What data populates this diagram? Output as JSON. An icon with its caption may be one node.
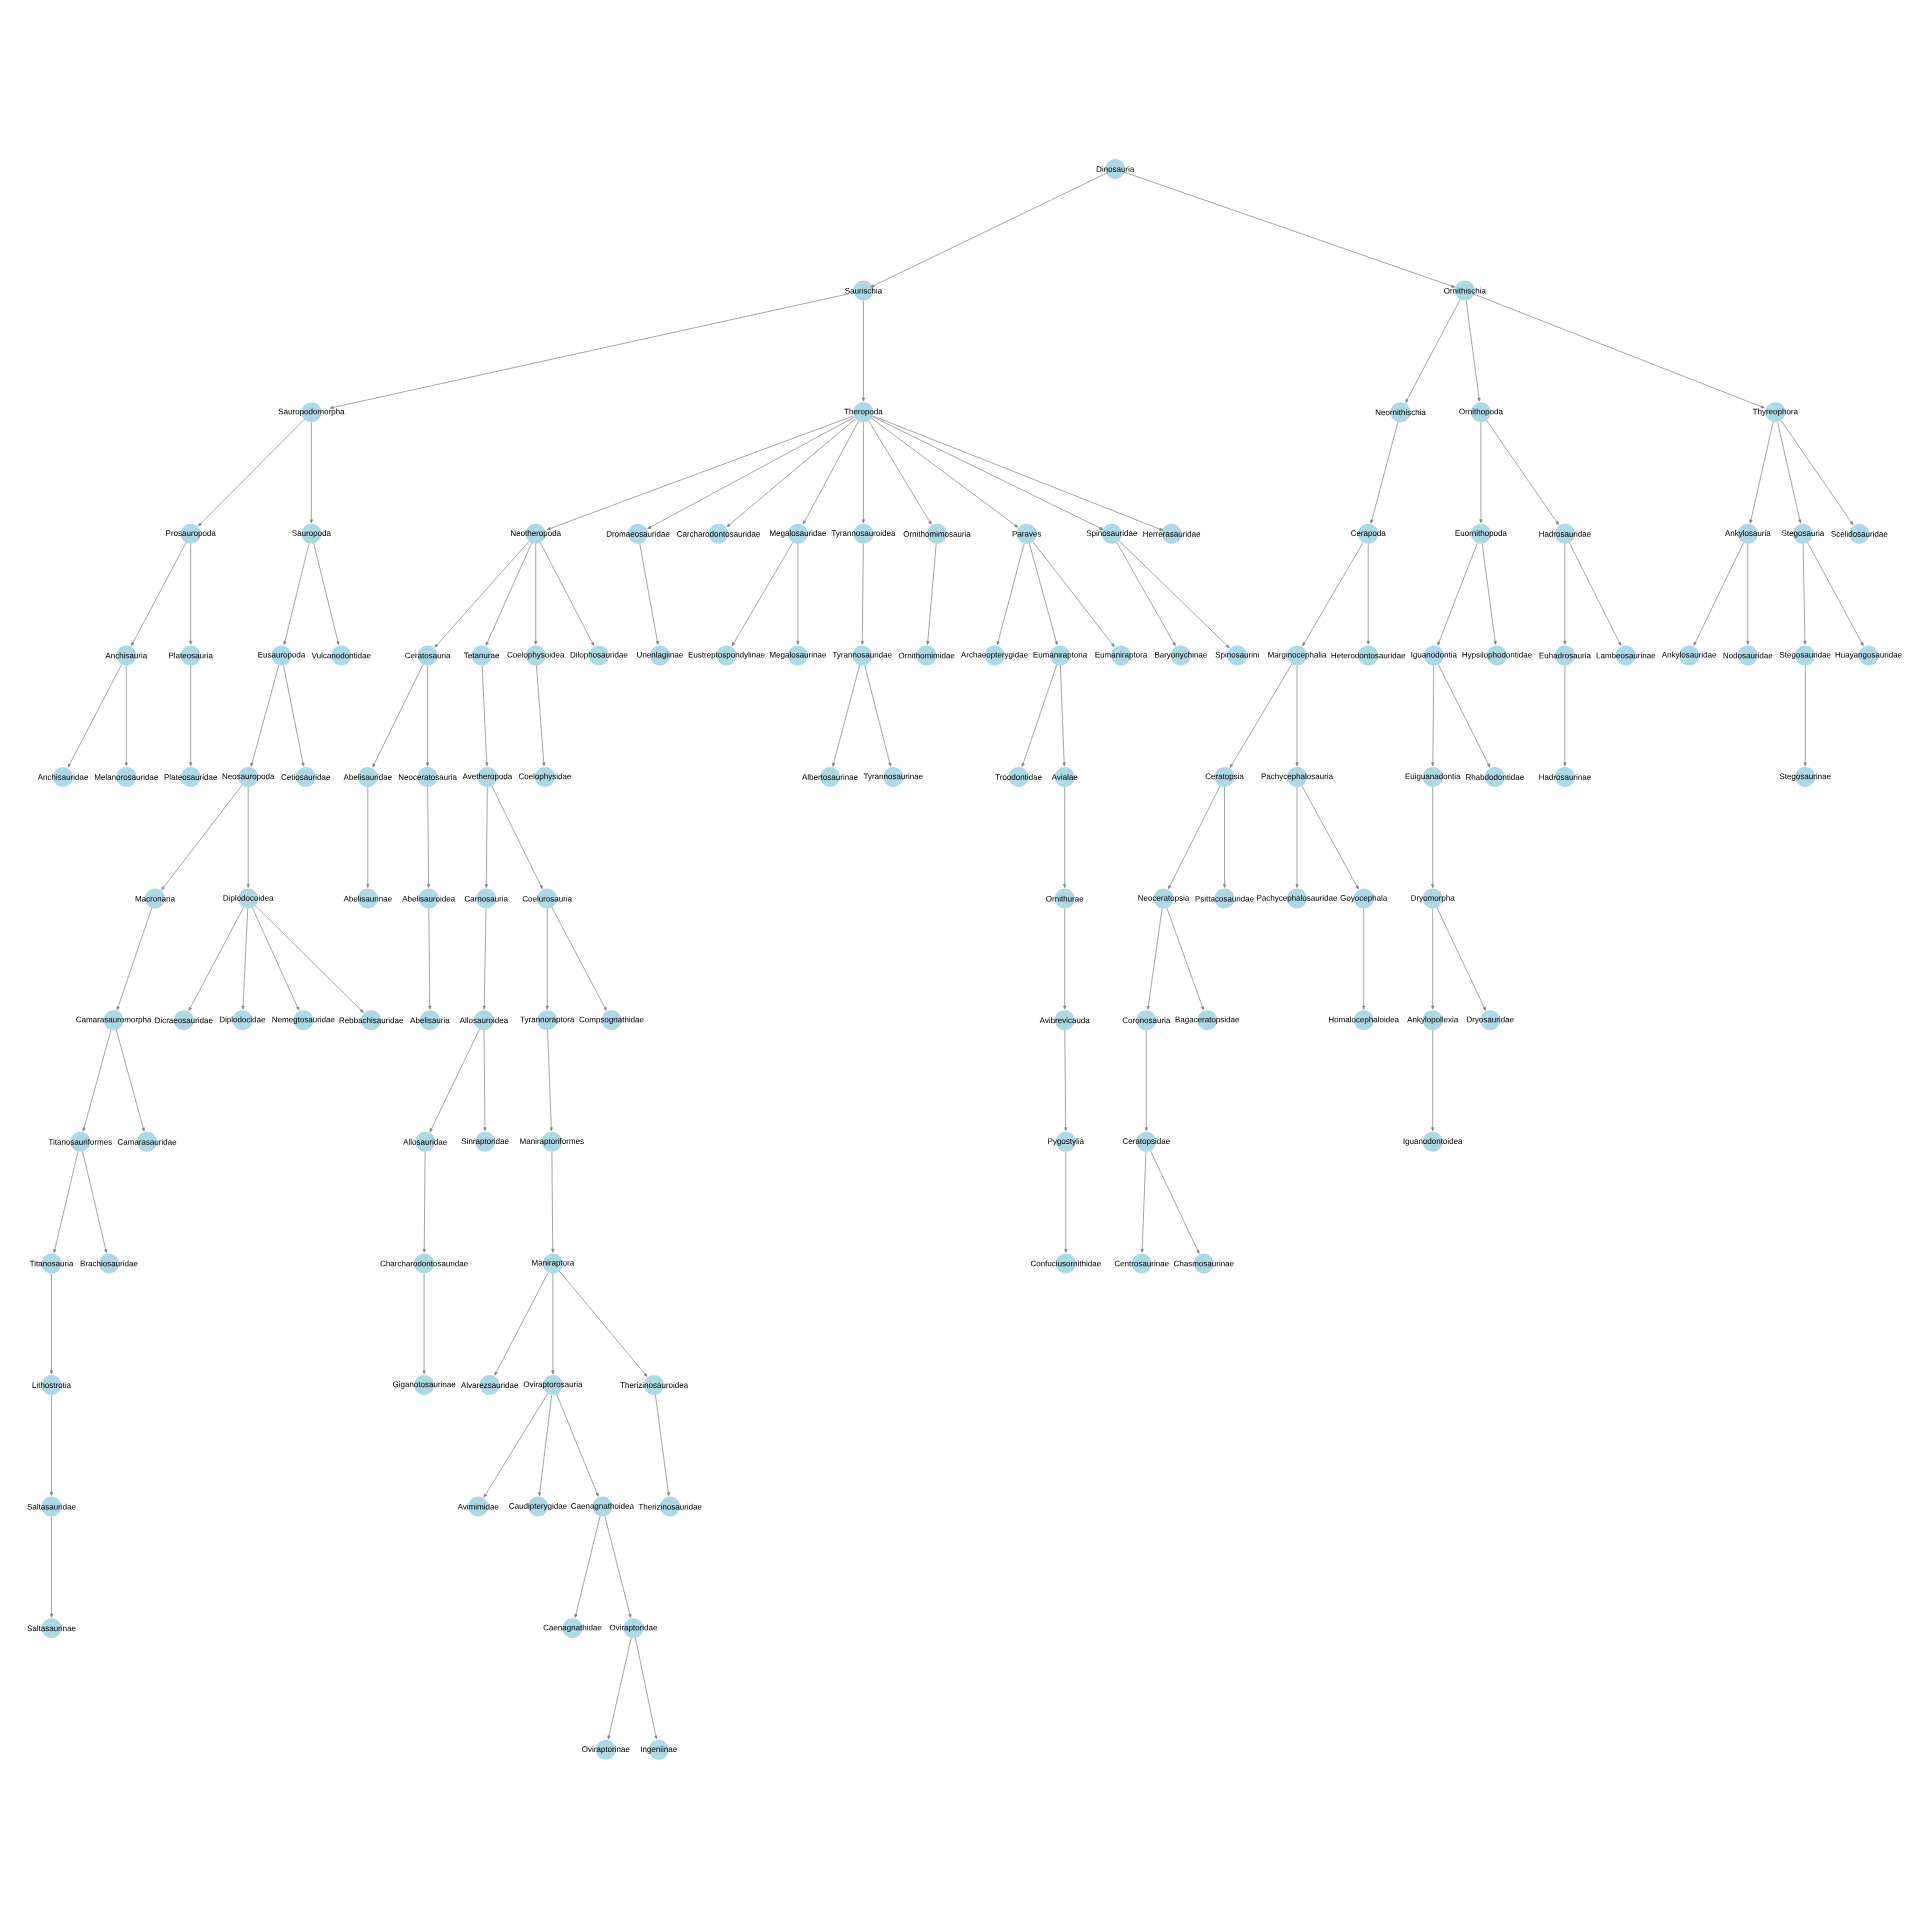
{
  "diagram": {
    "nodes": [
      {
        "text": [
          "Dinosauria"
        ]
      },
      {
        "text": [
          "Saurischia"
        ]
      },
      {
        "text": [
          "Ornithischia"
        ]
      },
      {
        "text": [
          "Sauropodomorpha"
        ]
      },
      {
        "text": [
          "Theropoda"
        ]
      },
      {
        "text": [
          "Neornithischia"
        ]
      },
      {
        "text": [
          "Ornithopoda"
        ]
      },
      {
        "text": [
          "Thyreophora"
        ]
      },
      {
        "text": [
          "Prosauropoda"
        ]
      },
      {
        "text": [
          "Sauropoda"
        ]
      },
      {
        "text": [
          "Neotheropoda"
        ]
      },
      {
        "text": [
          "Dromaeosauridae"
        ]
      },
      {
        "text": [
          "Carcharodontosauridae"
        ]
      },
      {
        "text": [
          "Megalosauridae"
        ]
      },
      {
        "text": [
          "Tyrannosauroidea"
        ]
      },
      {
        "text": [
          "Ornithomimosauria"
        ]
      },
      {
        "text": [
          "Paraves"
        ]
      },
      {
        "text": [
          "Spinosauridae"
        ]
      },
      {
        "text": [
          "Herrerasauridae"
        ]
      },
      {
        "text": [
          "Cerapoda"
        ]
      },
      {
        "text": [
          "Euornithopoda"
        ]
      },
      {
        "text": [
          "Hadrosauridae"
        ]
      },
      {
        "text": [
          "Ankylosauria"
        ]
      },
      {
        "text": [
          "Stegosauria"
        ]
      },
      {
        "text": [
          "Scelidosauridae"
        ]
      },
      {
        "text": [
          "Anchisauria"
        ]
      },
      {
        "text": [
          "Plateosauria"
        ]
      },
      {
        "text": [
          "Eusauropoda"
        ]
      },
      {
        "text": [
          "Vulcanodontidae"
        ]
      },
      {
        "text": [
          "Ceratosauria"
        ]
      },
      {
        "text": [
          "Tetanurae"
        ]
      },
      {
        "text": [
          "Coelophysoidea"
        ]
      },
      {
        "text": [
          "Dilophosauridae"
        ]
      },
      {
        "text": [
          "Unenlagiinae"
        ]
      },
      {
        "text": [
          "Eustreptospondylinae"
        ]
      },
      {
        "text": [
          "Megalosaurinae"
        ]
      },
      {
        "text": [
          "Tyrannosauridae"
        ]
      },
      {
        "text": [
          "Ornithomimidae"
        ]
      },
      {
        "text": [
          "Archaeopterygidae"
        ]
      },
      {
        "text": [
          "Eumaniraptoria"
        ]
      },
      {
        "text": [
          "Eumaniraptora"
        ]
      },
      {
        "text": [
          "Baryonychinae"
        ]
      },
      {
        "text": [
          "Spinosaurini"
        ]
      },
      {
        "text": [
          "Marginocephalia"
        ]
      },
      {
        "text": [
          "Heterodontosauridae"
        ]
      },
      {
        "text": [
          "Iguanodontia"
        ]
      },
      {
        "text": [
          "Hypsilophodontidae"
        ]
      },
      {
        "text": [
          "Euhadrosauria"
        ]
      },
      {
        "text": [
          "Lambeosaurinae"
        ]
      },
      {
        "text": [
          "Ankylosauridae"
        ]
      },
      {
        "text": [
          "Nodosauridae"
        ]
      },
      {
        "text": [
          "Stegosauridae"
        ]
      },
      {
        "text": [
          "Huayangosauridae"
        ]
      },
      {
        "text": [
          "Anchisauridae"
        ]
      },
      {
        "text": [
          "Melanorosauridae"
        ]
      },
      {
        "text": [
          "Plateosauridae"
        ]
      },
      {
        "text": [
          "Neosauropoda"
        ]
      },
      {
        "text": [
          "Cetiosauridae"
        ]
      },
      {
        "text": [
          "Abelisauridae"
        ]
      },
      {
        "text": [
          "Neoceratosauria"
        ]
      },
      {
        "text": [
          "Avetheropoda"
        ]
      },
      {
        "text": [
          "Coelophysidae"
        ]
      },
      {
        "text": [
          "Albertosaurinae"
        ]
      },
      {
        "text": [
          "Tyrannosaurinae"
        ]
      },
      {
        "text": [
          "Troodontidae"
        ]
      },
      {
        "text": [
          "Avialae"
        ]
      },
      {
        "text": [
          "Ceratopsia"
        ]
      },
      {
        "text": [
          "Pachycephalosauria"
        ]
      },
      {
        "text": [
          "Euiguanadontia"
        ]
      },
      {
        "text": [
          "Rhabdodontidae"
        ]
      },
      {
        "text": [
          "Hadrosaurinae"
        ]
      },
      {
        "text": [
          "Stegosaurinae"
        ]
      },
      {
        "text": [
          "Macronaria"
        ]
      },
      {
        "text": [
          "Diplodocoidea"
        ]
      },
      {
        "text": [
          "Abelisaurinae"
        ]
      },
      {
        "text": [
          "Abelisauroidea"
        ]
      },
      {
        "text": [
          "Carnosauria"
        ]
      },
      {
        "text": [
          "Coelurosauria"
        ]
      },
      {
        "text": [
          "Ornithurae"
        ]
      },
      {
        "text": [
          "Neoceratopsia"
        ]
      },
      {
        "text": [
          "Psittacosauridae"
        ]
      },
      {
        "text": [
          "Pachycephalosauridae"
        ]
      },
      {
        "text": [
          "Goyocephala"
        ]
      },
      {
        "text": [
          "Dryomorpha"
        ]
      },
      {
        "text": [
          "Camarasauromorpha"
        ]
      },
      {
        "text": [
          "Dicraeosauridae"
        ]
      },
      {
        "text": [
          "Diplodocidae"
        ]
      },
      {
        "text": [
          "Nemegtosauridae"
        ]
      },
      {
        "text": [
          "Rebbachisauridae"
        ]
      },
      {
        "text": [
          "Abelisauria"
        ]
      },
      {
        "text": [
          "Allosauroidea"
        ]
      },
      {
        "text": [
          "Tyrannoraptora"
        ]
      },
      {
        "text": [
          "Compsognathidae"
        ]
      },
      {
        "text": [
          "Avibrevicauda"
        ]
      },
      {
        "text": [
          "Coronosauria"
        ]
      },
      {
        "text": [
          "Bagaceratopsidae"
        ]
      },
      {
        "text": [
          "Homalocephaloidea"
        ]
      },
      {
        "text": [
          "Ankylopollexia"
        ]
      },
      {
        "text": [
          "Dryosauridae"
        ]
      },
      {
        "text": [
          "Titanosauriformes"
        ]
      },
      {
        "text": [
          "Camarasauridae"
        ]
      },
      {
        "text": [
          "Allosauridae"
        ]
      },
      {
        "text": [
          "Sinraptoridae"
        ]
      },
      {
        "text": [
          "Maniraptoriformes"
        ]
      },
      {
        "text": [
          "Pygostylia"
        ]
      },
      {
        "text": [
          "Ceratopsidae"
        ]
      },
      {
        "text": [
          "Iguanodontoidea"
        ]
      },
      {
        "text": [
          "Titanosauria"
        ]
      },
      {
        "text": [
          "Brachiosauridae"
        ]
      },
      {
        "text": [
          "Charcharodontosauridae"
        ]
      },
      {
        "text": [
          "Maniraptora"
        ]
      },
      {
        "text": [
          "Confuciusornithidae"
        ]
      },
      {
        "text": [
          "Centrosaurinae"
        ]
      },
      {
        "text": [
          "Chasmosaurinae"
        ]
      },
      {
        "text": [
          "Lithostrotia"
        ]
      },
      {
        "text": [
          "Giganotosaurinae"
        ]
      },
      {
        "text": [
          "Alvarezsauridae"
        ]
      },
      {
        "text": [
          "Oviraptorosauria"
        ]
      },
      {
        "text": [
          "Therizinosauroidea"
        ]
      },
      {
        "text": [
          "Saltasauridae"
        ]
      },
      {
        "text": [
          "Avimimidae"
        ]
      },
      {
        "text": [
          "Caudipterygidae"
        ]
      },
      {
        "text": [
          "Caenagnathoidea"
        ]
      },
      {
        "text": [
          "Therizinosauridae"
        ]
      },
      {
        "text": [
          "Saltasaurinae"
        ]
      },
      {
        "text": [
          "Caenagnathidae"
        ]
      },
      {
        "text": [
          "Oviraptoridae"
        ]
      },
      {
        "text": [
          "Oviraptorinae"
        ]
      },
      {
        "text": [
          "Ingeniinae"
        ]
      }
    ],
    "edges": [
      {
        "from": 0,
        "to": 1,
        "arrow": "to"
      },
      {
        "from": 0,
        "to": 2,
        "arrow": "to"
      },
      {
        "from": 1,
        "to": 3,
        "arrow": "to"
      },
      {
        "from": 1,
        "to": 4,
        "arrow": "to"
      },
      {
        "from": 2,
        "to": 5,
        "arrow": "to"
      },
      {
        "from": 2,
        "to": 6,
        "arrow": "to"
      },
      {
        "from": 2,
        "to": 7,
        "arrow": "to"
      },
      {
        "from": 3,
        "to": 8,
        "arrow": "to"
      },
      {
        "from": 3,
        "to": 9,
        "arrow": "to"
      },
      {
        "from": 4,
        "to": 10,
        "arrow": "to"
      },
      {
        "from": 4,
        "to": 11,
        "arrow": "to"
      },
      {
        "from": 4,
        "to": 12,
        "arrow": "to"
      },
      {
        "from": 4,
        "to": 13,
        "arrow": "to"
      },
      {
        "from": 4,
        "to": 14,
        "arrow": "to"
      },
      {
        "from": 4,
        "to": 15,
        "arrow": "to"
      },
      {
        "from": 4,
        "to": 16,
        "arrow": "to"
      },
      {
        "from": 4,
        "to": 17,
        "arrow": "to"
      },
      {
        "from": 4,
        "to": 18,
        "arrow": "to"
      },
      {
        "from": 5,
        "to": 19,
        "arrow": "to"
      },
      {
        "from": 6,
        "to": 20,
        "arrow": "to"
      },
      {
        "from": 6,
        "to": 21,
        "arrow": "to"
      },
      {
        "from": 7,
        "to": 22,
        "arrow": "to"
      },
      {
        "from": 7,
        "to": 23,
        "arrow": "to"
      },
      {
        "from": 7,
        "to": 24,
        "arrow": "to"
      },
      {
        "from": 8,
        "to": 25,
        "arrow": "to"
      },
      {
        "from": 8,
        "to": 26,
        "arrow": "to"
      },
      {
        "from": 9,
        "to": 27,
        "arrow": "to"
      },
      {
        "from": 9,
        "to": 28,
        "arrow": "to"
      },
      {
        "from": 10,
        "to": 29,
        "arrow": "to"
      },
      {
        "from": 10,
        "to": 30,
        "arrow": "to"
      },
      {
        "from": 10,
        "to": 31,
        "arrow": "to"
      },
      {
        "from": 10,
        "to": 32,
        "arrow": "to"
      },
      {
        "from": 11,
        "to": 33,
        "arrow": "to"
      },
      {
        "from": 13,
        "to": 34,
        "arrow": "to"
      },
      {
        "from": 13,
        "to": 35,
        "arrow": "to"
      },
      {
        "from": 14,
        "to": 36,
        "arrow": "to"
      },
      {
        "from": 15,
        "to": 37,
        "arrow": "to"
      },
      {
        "from": 16,
        "to": 38,
        "arrow": "to"
      },
      {
        "from": 16,
        "to": 39,
        "arrow": "to"
      },
      {
        "from": 16,
        "to": 40,
        "arrow": "to"
      },
      {
        "from": 17,
        "to": 41,
        "arrow": "to"
      },
      {
        "from": 17,
        "to": 42,
        "arrow": "to"
      },
      {
        "from": 19,
        "to": 43,
        "arrow": "to"
      },
      {
        "from": 19,
        "to": 44,
        "arrow": "to"
      },
      {
        "from": 20,
        "to": 45,
        "arrow": "to"
      },
      {
        "from": 20,
        "to": 46,
        "arrow": "to"
      },
      {
        "from": 21,
        "to": 47,
        "arrow": "to"
      },
      {
        "from": 21,
        "to": 48,
        "arrow": "to"
      },
      {
        "from": 22,
        "to": 49,
        "arrow": "to"
      },
      {
        "from": 22,
        "to": 50,
        "arrow": "to"
      },
      {
        "from": 23,
        "to": 51,
        "arrow": "to"
      },
      {
        "from": 23,
        "to": 52,
        "arrow": "to"
      },
      {
        "from": 25,
        "to": 53,
        "arrow": "to"
      },
      {
        "from": 25,
        "to": 54,
        "arrow": "to"
      },
      {
        "from": 26,
        "to": 55,
        "arrow": "to"
      },
      {
        "from": 27,
        "to": 56,
        "arrow": "to"
      },
      {
        "from": 27,
        "to": 57,
        "arrow": "to"
      },
      {
        "from": 29,
        "to": 58,
        "arrow": "to"
      },
      {
        "from": 29,
        "to": 59,
        "arrow": "to"
      },
      {
        "from": 30,
        "to": 60,
        "arrow": "to"
      },
      {
        "from": 31,
        "to": 61,
        "arrow": "to"
      },
      {
        "from": 36,
        "to": 62,
        "arrow": "to"
      },
      {
        "from": 36,
        "to": 63,
        "arrow": "to"
      },
      {
        "from": 39,
        "to": 64,
        "arrow": "to"
      },
      {
        "from": 39,
        "to": 65,
        "arrow": "to"
      },
      {
        "from": 43,
        "to": 66,
        "arrow": "to"
      },
      {
        "from": 43,
        "to": 67,
        "arrow": "to"
      },
      {
        "from": 45,
        "to": 68,
        "arrow": "to"
      },
      {
        "from": 45,
        "to": 69,
        "arrow": "to"
      },
      {
        "from": 47,
        "to": 70,
        "arrow": "to"
      },
      {
        "from": 51,
        "to": 71,
        "arrow": "to"
      },
      {
        "from": 56,
        "to": 72,
        "arrow": "to"
      },
      {
        "from": 56,
        "to": 73,
        "arrow": "to"
      },
      {
        "from": 58,
        "to": 74,
        "arrow": "to"
      },
      {
        "from": 59,
        "to": 75,
        "arrow": "to"
      },
      {
        "from": 60,
        "to": 76,
        "arrow": "to"
      },
      {
        "from": 60,
        "to": 77,
        "arrow": "to"
      },
      {
        "from": 65,
        "to": 78,
        "arrow": "to"
      },
      {
        "from": 66,
        "to": 79,
        "arrow": "to"
      },
      {
        "from": 66,
        "to": 80,
        "arrow": "to"
      },
      {
        "from": 67,
        "to": 81,
        "arrow": "to"
      },
      {
        "from": 67,
        "to": 82,
        "arrow": "to"
      },
      {
        "from": 68,
        "to": 83,
        "arrow": "to"
      },
      {
        "from": 72,
        "to": 84,
        "arrow": "to"
      },
      {
        "from": 73,
        "to": 85,
        "arrow": "to"
      },
      {
        "from": 73,
        "to": 86,
        "arrow": "to"
      },
      {
        "from": 73,
        "to": 87,
        "arrow": "to"
      },
      {
        "from": 73,
        "to": 88,
        "arrow": "to"
      },
      {
        "from": 75,
        "to": 89,
        "arrow": "to"
      },
      {
        "from": 76,
        "to": 90,
        "arrow": "to"
      },
      {
        "from": 77,
        "to": 91,
        "arrow": "to"
      },
      {
        "from": 77,
        "to": 92,
        "arrow": "to"
      },
      {
        "from": 78,
        "to": 93,
        "arrow": "to"
      },
      {
        "from": 79,
        "to": 94,
        "arrow": "to"
      },
      {
        "from": 79,
        "to": 95,
        "arrow": "to"
      },
      {
        "from": 82,
        "to": 96,
        "arrow": "to"
      },
      {
        "from": 83,
        "to": 97,
        "arrow": "to"
      },
      {
        "from": 83,
        "to": 98,
        "arrow": "to"
      },
      {
        "from": 84,
        "to": 99,
        "arrow": "to"
      },
      {
        "from": 84,
        "to": 100,
        "arrow": "to"
      },
      {
        "from": 90,
        "to": 101,
        "arrow": "to"
      },
      {
        "from": 90,
        "to": 102,
        "arrow": "to"
      },
      {
        "from": 91,
        "to": 103,
        "arrow": "to"
      },
      {
        "from": 93,
        "to": 104,
        "arrow": "to"
      },
      {
        "from": 94,
        "to": 105,
        "arrow": "to"
      },
      {
        "from": 97,
        "to": 106,
        "arrow": "to"
      },
      {
        "from": 99,
        "to": 107,
        "arrow": "to"
      },
      {
        "from": 99,
        "to": 108,
        "arrow": "to"
      },
      {
        "from": 101,
        "to": 109,
        "arrow": "to"
      },
      {
        "from": 103,
        "to": 110,
        "arrow": "to"
      },
      {
        "from": 104,
        "to": 111,
        "arrow": "to"
      },
      {
        "from": 105,
        "to": 112,
        "arrow": "to"
      },
      {
        "from": 105,
        "to": 113,
        "arrow": "to"
      },
      {
        "from": 107,
        "to": 114,
        "arrow": "to"
      },
      {
        "from": 109,
        "to": 115,
        "arrow": "to"
      },
      {
        "from": 110,
        "to": 116,
        "arrow": "to"
      },
      {
        "from": 110,
        "to": 117,
        "arrow": "to"
      },
      {
        "from": 110,
        "to": 118,
        "arrow": "to"
      },
      {
        "from": 114,
        "to": 119,
        "arrow": "to"
      },
      {
        "from": 117,
        "to": 120,
        "arrow": "to"
      },
      {
        "from": 117,
        "to": 121,
        "arrow": "to"
      },
      {
        "from": 117,
        "to": 122,
        "arrow": "to"
      },
      {
        "from": 118,
        "to": 123,
        "arrow": "to"
      },
      {
        "from": 119,
        "to": 124,
        "arrow": "to"
      },
      {
        "from": 122,
        "to": 125,
        "arrow": "to"
      },
      {
        "from": 122,
        "to": 126,
        "arrow": "to"
      },
      {
        "from": 126,
        "to": 127,
        "arrow": "to"
      },
      {
        "from": 126,
        "to": 128,
        "arrow": "to"
      }
    ]
  }
}
